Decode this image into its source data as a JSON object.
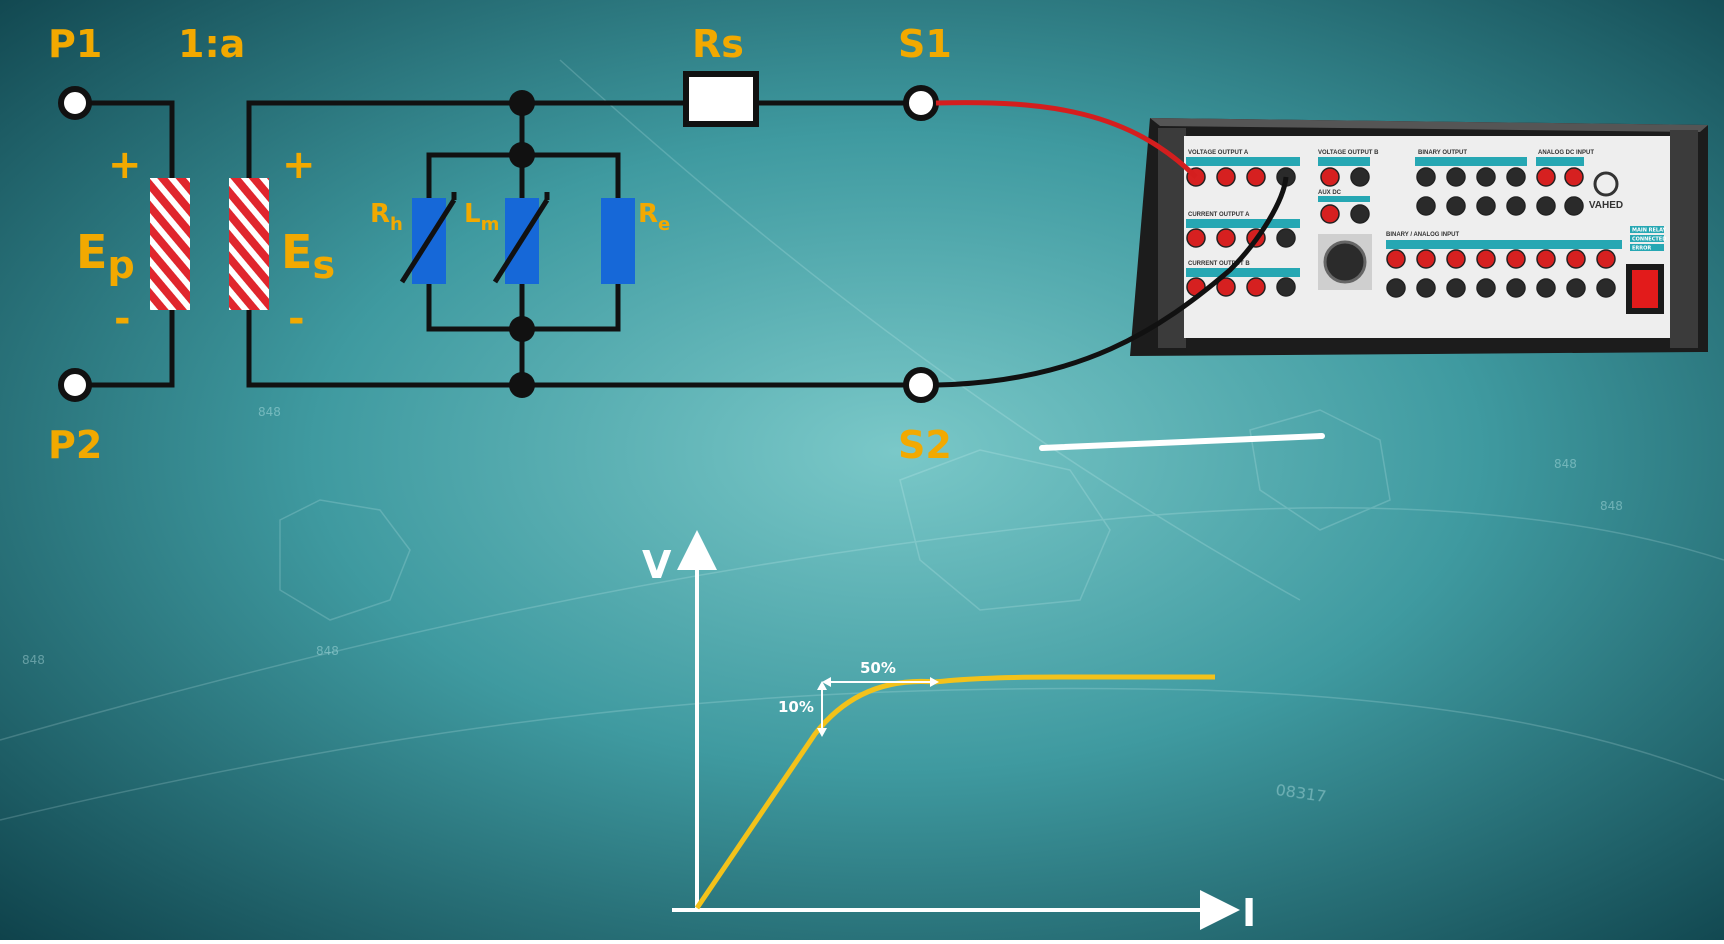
{
  "colors": {
    "background_center": "#7ac8c8",
    "background_edge": "#0d3f48",
    "label": "#f2a900",
    "wire": "#111111",
    "lead_red": "#d41e1e",
    "resistor_blue": "#1668d8",
    "winding_red": "#e0262d",
    "curve": "#f3c21a",
    "axis": "#ffffff"
  },
  "circuit": {
    "labels": {
      "p1": "P1",
      "p2": "P2",
      "ratio": "1:a",
      "rs": "Rs",
      "s1": "S1",
      "s2": "S2",
      "primary_plus": "+",
      "primary_minus": "-",
      "secondary_plus": "+",
      "secondary_minus": "-",
      "ep_main": "E",
      "ep_sub": "p",
      "es_main": "E",
      "es_sub": "s",
      "rh_main": "R",
      "rh_sub": "h",
      "lm_main": "L",
      "lm_sub": "m",
      "re_main": "R",
      "re_sub": "e"
    }
  },
  "test_set": {
    "sections": {
      "voltage_a": "VOLTAGE  OUTPUT A",
      "voltage_b": "VOLTAGE  OUTPUT B",
      "binary_output": "BINARY OUTPUT",
      "analog_dc": "ANALOG DC INPUT",
      "current_a": "CURRENT  OUTPUT A",
      "current_b": "CURRENT  OUTPUT B",
      "aux_dc": "AUX  DC",
      "binary_input": "BINARY / ANALOG INPUT"
    },
    "status": [
      "MAIN RELAY",
      "CONNECTED",
      "ERROR"
    ],
    "brand": "VAHED"
  },
  "chart": {
    "y_axis_label": "V",
    "x_axis_label": "I",
    "annotation_10": "10%",
    "annotation_50": "50%"
  },
  "background_marks": {
    "code": "08317",
    "numbers": [
      "848",
      "848",
      "848",
      "848",
      "848"
    ]
  }
}
